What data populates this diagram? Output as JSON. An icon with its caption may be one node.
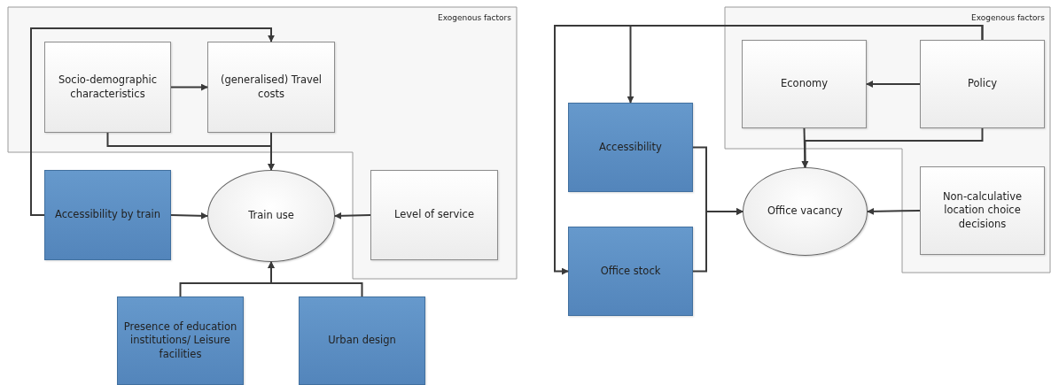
{
  "diagram": {
    "nodes": [
      {
        "text": [
          "Exogenous factors"
        ]
      },
      {
        "text": [
          "Socio-demographic characteristics"
        ],
        "in": 0
      },
      {
        "text": [
          "(generalised) Travel costs"
        ],
        "in": 0
      },
      {
        "text": [
          "Accessibility by train"
        ]
      },
      {
        "text": [
          "Train use"
        ]
      },
      {
        "text": [
          "Level of service"
        ],
        "in": 0
      },
      {
        "text": [
          "Presence of education institutions/ Leisure facilities"
        ]
      },
      {
        "text": [
          "Urban design"
        ]
      },
      {
        "text": [
          "Exogenous factors"
        ]
      },
      {
        "text": [
          "Economy"
        ],
        "in": 8
      },
      {
        "text": [
          "Policy"
        ],
        "in": 8
      },
      {
        "text": [
          "Accessibility"
        ]
      },
      {
        "text": [
          "Office stock"
        ]
      },
      {
        "text": [
          "Office vacancy"
        ]
      },
      {
        "text": [
          "Non-calculative location choice decisions"
        ],
        "in": 8
      }
    ],
    "edges": [
      {
        "from": 1,
        "to": 2,
        "arrow": "to"
      },
      {
        "from": 1,
        "to": 4,
        "arrow": "to"
      },
      {
        "from": 2,
        "to": 4,
        "arrow": "to"
      },
      {
        "from": 3,
        "to": 2,
        "arrow": "to"
      },
      {
        "from": 3,
        "to": 4,
        "arrow": "to"
      },
      {
        "from": 5,
        "to": 4,
        "arrow": "to"
      },
      {
        "from": 6,
        "to": 4,
        "arrow": "to"
      },
      {
        "from": 7,
        "to": 4,
        "arrow": "to"
      },
      {
        "from": 10,
        "to": 9,
        "arrow": "to"
      },
      {
        "from": 10,
        "to": 11,
        "arrow": "to"
      },
      {
        "from": 10,
        "to": 12,
        "arrow": "to"
      },
      {
        "from": 9,
        "to": 13,
        "arrow": "to"
      },
      {
        "from": 10,
        "to": 13,
        "arrow": "to"
      },
      {
        "from": 11,
        "to": 13,
        "arrow": "to"
      },
      {
        "from": 12,
        "to": 13,
        "arrow": "to"
      },
      {
        "from": 14,
        "to": 13,
        "arrow": "to"
      }
    ]
  }
}
